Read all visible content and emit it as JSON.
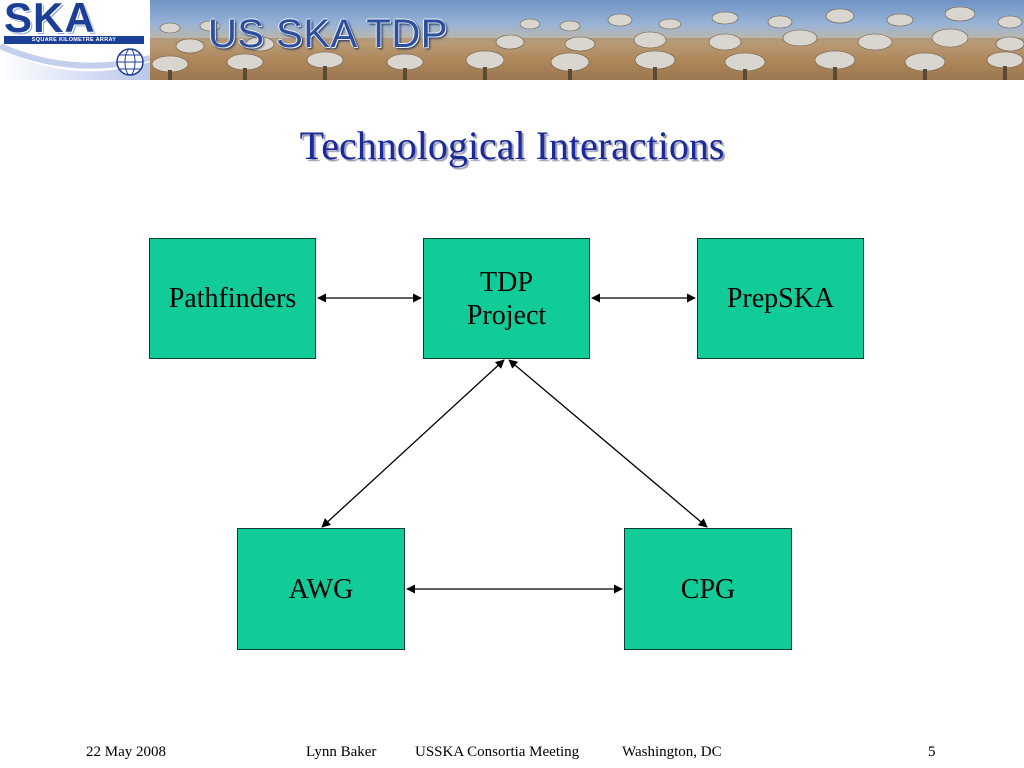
{
  "header": {
    "logo": {
      "letters": "SKA",
      "tagline": "SQUARE KILOMETRE ARRAY"
    },
    "banner_title": "US SKA TDP"
  },
  "slide": {
    "title": "Technological Interactions"
  },
  "diagram": {
    "nodes": {
      "pathfinders": "Pathfinders",
      "tdp_project": "TDP\nProject",
      "prepska": "PrepSKA",
      "awg": "AWG",
      "cpg": "CPG"
    },
    "connections": [
      {
        "from": "Pathfinders",
        "to": "TDP Project",
        "arrows": "both"
      },
      {
        "from": "TDP Project",
        "to": "PrepSKA",
        "arrows": "both"
      },
      {
        "from": "TDP Project",
        "to": "AWG",
        "arrows": "both"
      },
      {
        "from": "TDP Project",
        "to": "CPG",
        "arrows": "both"
      },
      {
        "from": "AWG",
        "to": "CPG",
        "arrows": "both"
      }
    ],
    "colors": {
      "node_fill": "#11cc99",
      "title": "#1a2a9a"
    }
  },
  "footer": {
    "date": "22 May 2008",
    "author": "Lynn Baker",
    "event": "USSKA Consortia Meeting",
    "location": "Washington, DC",
    "page_number": "5"
  }
}
